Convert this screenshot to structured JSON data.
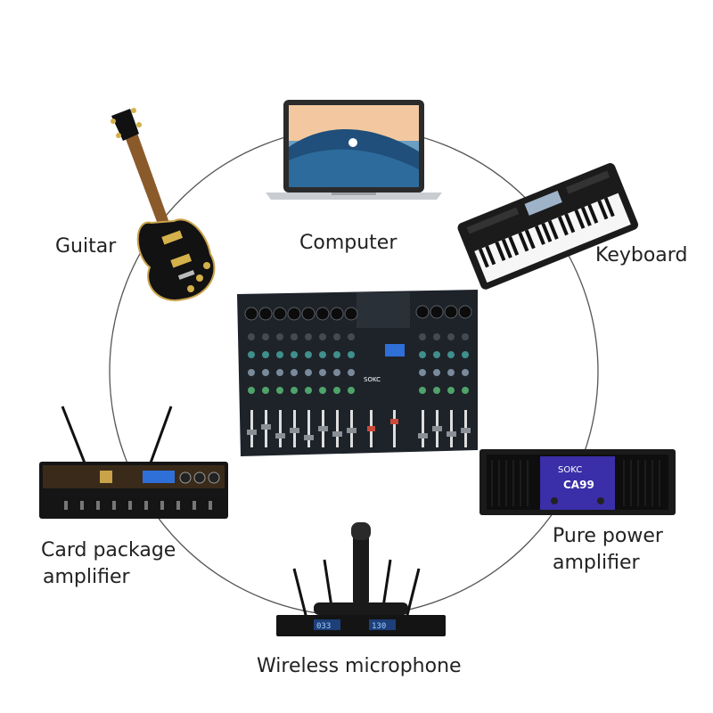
{
  "center_device": {
    "name": "mixer-console",
    "brand": "SOKC"
  },
  "labels": {
    "guitar": "Guitar",
    "computer": "Computer",
    "keyboard": "Keyboard",
    "card_amp_line1": "Card package",
    "card_amp_line2": "amplifier",
    "power_amp_line1": "Pure power",
    "power_amp_line2": "amplifier",
    "wireless_mic": "Wireless microphone"
  },
  "devices": {
    "power_amp_brand": "SOKC",
    "power_amp_model": "CA99",
    "mic_display_left": "033",
    "mic_display_right": "130"
  },
  "colors": {
    "circle": "#555555",
    "text": "#222222",
    "amp_accent": "#3a2fa8"
  }
}
